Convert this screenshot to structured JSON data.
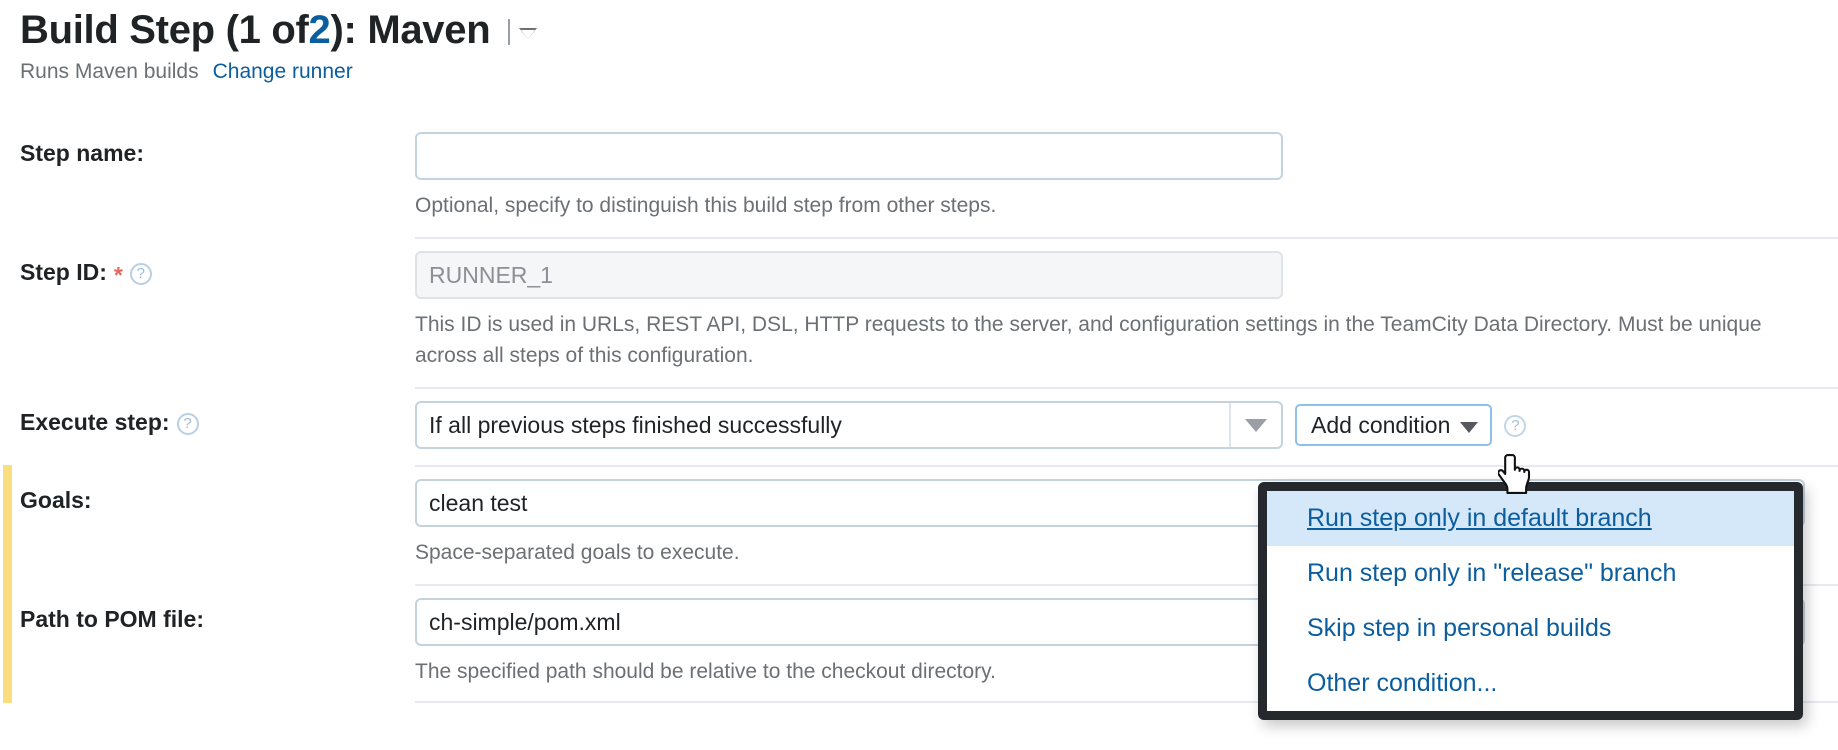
{
  "header": {
    "title_prefix": "Build Step (1 of ",
    "title_number": "2",
    "title_suffix": "): Maven",
    "description": "Runs Maven builds",
    "change_runner_label": "Change runner",
    "dropdown_icon": "chevron-down-icon"
  },
  "form": {
    "rows": [
      {
        "label": "Step name:",
        "value": "",
        "placeholder": "",
        "hint": "Optional, specify to distinguish this build step from other steps."
      },
      {
        "label": "Step ID:",
        "required_marker": "*",
        "help_icon": "help-circle-icon",
        "value": "RUNNER_1",
        "hint": "This ID is used in URLs, REST API, DSL, HTTP requests to the server, and configuration settings in the TeamCity Data Directory. Must be unique across all steps of this configuration."
      },
      {
        "label": "Execute step:",
        "help_icon": "help-circle-icon",
        "selected_option": "If all previous steps finished successfully",
        "add_condition_label": "Add condition",
        "trailing_help_icon": "help-circle-icon"
      },
      {
        "label": "Goals:",
        "value": "clean test",
        "hint": "Space-separated goals to execute.",
        "modified": true
      },
      {
        "label": "Path to POM file:",
        "value": "ch-simple/pom.xml",
        "hint": "The specified path should be relative to the checkout directory.",
        "modified": true
      }
    ]
  },
  "condition_menu": {
    "items": [
      "Run step only in default branch",
      "Run step only in \"release\" branch",
      "Skip step in personal builds",
      "Other condition..."
    ],
    "active_index": 0
  },
  "colors": {
    "link": "#0b5d9e",
    "accent_modified": "#f9dd81",
    "required": "#e2685f",
    "menu_border": "#25282d",
    "menu_active_bg": "#d4e8fa",
    "input_border": "#c5d3de"
  }
}
